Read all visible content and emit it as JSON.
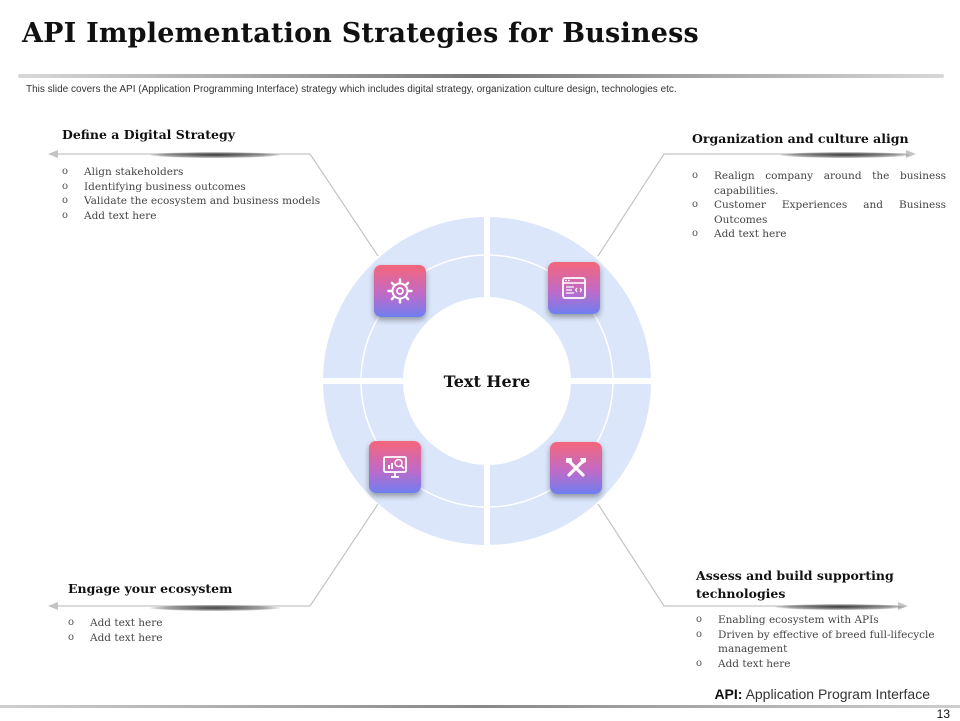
{
  "title": "API Implementation Strategies for Business",
  "subtitle": "This slide covers the API (Application Programming Interface) strategy which includes digital strategy, organization culture design, technologies etc.",
  "center_text": "Text Here",
  "sections": {
    "top_left": {
      "heading": "Define a Digital Strategy",
      "bullets": [
        "Align stakeholders",
        "Identifying business outcomes",
        "Validate the ecosystem and business models",
        "Add text here"
      ]
    },
    "top_right": {
      "heading": "Organization and culture align",
      "bullets": [
        "Realign company around the business capabilities.",
        "Customer Experiences and Business Outcomes",
        "Add text here"
      ]
    },
    "bottom_left": {
      "heading": "Engage your ecosystem",
      "bullets": [
        "Add text here",
        "Add text here"
      ]
    },
    "bottom_right": {
      "heading": "Assess and build supporting technologies",
      "bullets": [
        "Enabling ecosystem with APIs",
        "Driven by effective of breed full-lifecycle management",
        "Add text here"
      ]
    }
  },
  "icons": {
    "top_left": "gear-icon",
    "top_right": "code-window-icon",
    "bottom_left": "monitor-analytics-icon",
    "bottom_right": "tools-icon"
  },
  "footer": {
    "abbr": "API:",
    "definition": "Application Program Interface",
    "page_number": "13"
  },
  "colors": {
    "ring": "#dbe6fb",
    "icon_top": "#f5667a",
    "icon_bottom": "#6f7ef0"
  }
}
